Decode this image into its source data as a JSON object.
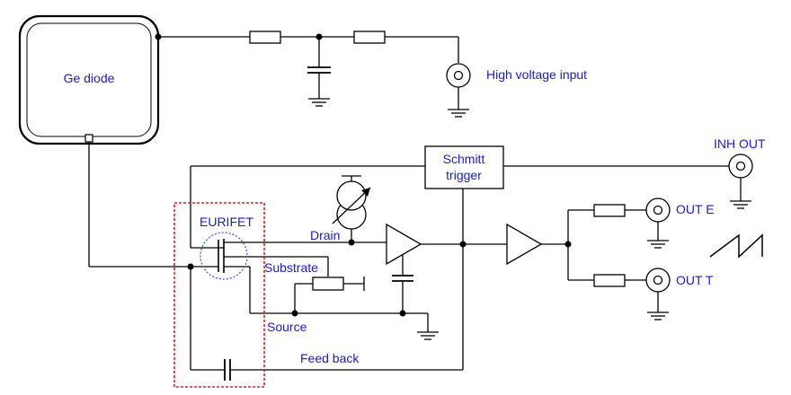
{
  "labels": {
    "ge_diode": "Ge diode",
    "high_voltage_input": "High voltage input",
    "schmitt_line1": "Schmitt",
    "schmitt_line2": "trigger",
    "inh_out": "INH OUT",
    "eurifet": "EURIFET",
    "drain": "Drain",
    "substrate": "Substrate",
    "source": "Source",
    "feed_back": "Feed back",
    "out_e": "OUT E",
    "out_t": "OUT T"
  },
  "colors": {
    "label": "#1a1ad0",
    "wire": "#000000",
    "highlight_box": "#e02020",
    "eurifet_circle": "#3a5fe0"
  }
}
